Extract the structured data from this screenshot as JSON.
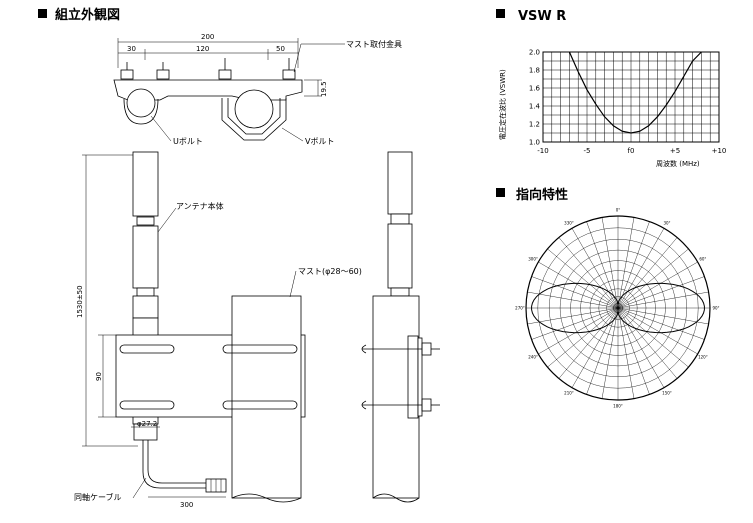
{
  "sections": {
    "outline": "組立外観図",
    "vswr": "VSW R",
    "directivity": "指向特性"
  },
  "labels": {
    "mast_bracket": "マスト取付金具",
    "u_bolt": "Uボルト",
    "v_bolt": "Vボルト",
    "antenna_body": "アンテナ本体",
    "mast": "マスト(φ28～60)",
    "coax_cable": "同軸ケーブル"
  },
  "dimensions": {
    "total_width": "200",
    "left": "30",
    "center": "120",
    "right": "50",
    "height_small": "19.5",
    "length": "1530±50",
    "spacing": "90",
    "diameter": "φ27.2",
    "cable": "300"
  },
  "chart_data": {
    "type": "line",
    "xlabel": "周波数 (MHz)",
    "ylabel": "電圧定在波比 (VSWR)",
    "xlim": [
      -10,
      10
    ],
    "ylim": [
      1.0,
      2.0
    ],
    "x_ticks": [
      "-10",
      "-5",
      "f0",
      "+5",
      "+10"
    ],
    "y_ticks": [
      "1.0",
      "1.2",
      "1.4",
      "1.6",
      "1.8",
      "2.0"
    ],
    "grid": true,
    "series": [
      {
        "x": [
          -7,
          -6,
          -5,
          -4,
          -3,
          -2,
          -1,
          0,
          1,
          2,
          3,
          4,
          5,
          6,
          7,
          8
        ],
        "y": [
          2.0,
          1.78,
          1.58,
          1.42,
          1.28,
          1.18,
          1.12,
          1.1,
          1.12,
          1.18,
          1.28,
          1.41,
          1.56,
          1.73,
          1.9,
          2.0
        ]
      }
    ]
  },
  "polar": {
    "angle_labels": [
      "0°",
      "30°",
      "60°",
      "90°",
      "120°",
      "150°",
      "180°",
      "210°",
      "240°",
      "270°",
      "300°",
      "330°"
    ]
  }
}
